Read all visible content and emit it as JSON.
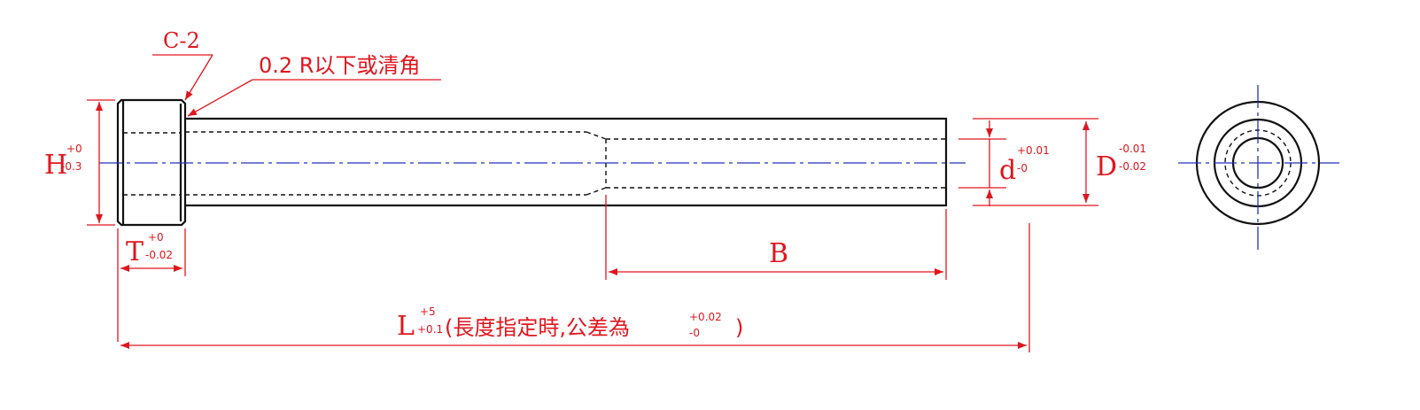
{
  "colors": {
    "object": "#111111",
    "dimension": "#e0161e",
    "centerline": "#2233bb",
    "background": "#ffffff"
  },
  "labels": {
    "chamfer": "C-2",
    "fillet_note": "0.2 R以下或清角",
    "H": "H",
    "H_tol_upper": "+0",
    "H_tol_lower": "-0.3",
    "T": "T",
    "T_tol_upper": "+0",
    "T_tol_lower": "-0.02",
    "d": "d",
    "d_tol_upper": "+0.01",
    "d_tol_lower": "-0",
    "D": "D",
    "D_tol_upper": "-0.01",
    "D_tol_lower": "-0.02",
    "B": "B",
    "L": "L",
    "L_tol_upper": "+5",
    "L_tol_lower": "+0.1",
    "L_note": "(長度指定時,公差為",
    "L_note_tol_upper": "+0.02",
    "L_note_tol_lower": "-0",
    "L_note_close": ")"
  }
}
